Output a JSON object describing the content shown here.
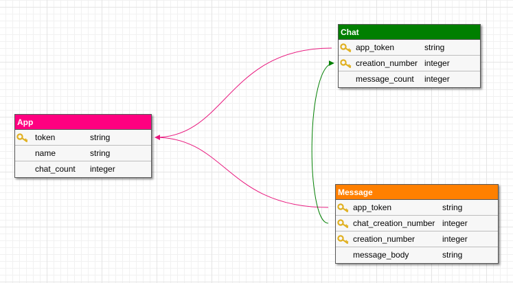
{
  "diagram": {
    "colors": {
      "app_header": "#ff0080",
      "chat_header": "#007f00",
      "message_header": "#ff8000",
      "relation_app": "#e8177d",
      "relation_chat": "#007f00",
      "key_icon": "#e0b020"
    },
    "entities": {
      "app": {
        "title": "App",
        "fields": [
          {
            "name": "token",
            "type": "string",
            "key": true
          },
          {
            "name": "name",
            "type": "string",
            "key": false
          },
          {
            "name": "chat_count",
            "type": "integer",
            "key": false
          }
        ]
      },
      "chat": {
        "title": "Chat",
        "fields": [
          {
            "name": "app_token",
            "type": "string",
            "key": true
          },
          {
            "name": "creation_number",
            "type": "integer",
            "key": true
          },
          {
            "name": "message_count",
            "type": "integer",
            "key": false
          }
        ]
      },
      "message": {
        "title": "Message",
        "fields": [
          {
            "name": "app_token",
            "type": "string",
            "key": true
          },
          {
            "name": "chat_creation_number",
            "type": "integer",
            "key": true
          },
          {
            "name": "creation_number",
            "type": "integer",
            "key": true
          },
          {
            "name": "message_body",
            "type": "string",
            "key": false
          }
        ]
      }
    },
    "relations": [
      {
        "from": "chat.app_token",
        "to": "app.token",
        "icon": "arrow-head-icon"
      },
      {
        "from": "message.app_token",
        "to": "app.token",
        "icon": "arrow-head-icon"
      },
      {
        "from": "message.chat_creation_number",
        "to": "chat.creation_number",
        "icon": "arrow-head-icon"
      }
    ]
  }
}
